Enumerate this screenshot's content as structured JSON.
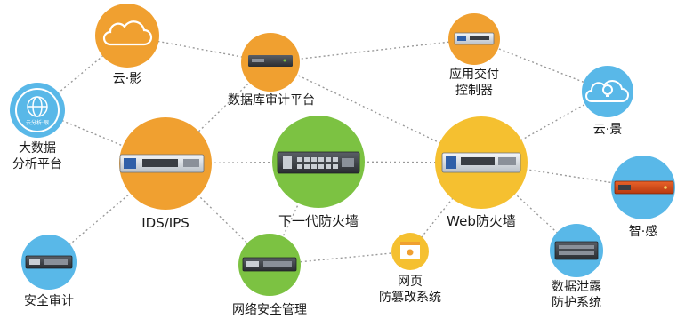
{
  "diagram": {
    "nodes": [
      {
        "id": "yun-ying",
        "label": "云·影",
        "color": "#f0a030",
        "icon": "cloud-icon"
      },
      {
        "id": "db-audit",
        "label": "数据库审计平台",
        "color": "#f0a030",
        "icon": "appliance-icon"
      },
      {
        "id": "adc",
        "label": "应用交付\n控制器",
        "color": "#f0a030",
        "icon": "appliance-icon"
      },
      {
        "id": "yun-jing",
        "label": "云·景",
        "color": "#59b8e8",
        "icon": "lightbulb-cloud-icon"
      },
      {
        "id": "bigdata",
        "label": "大数据\n分析平台",
        "color": "#59b8e8",
        "icon": "globe-icon",
        "badge": "云分析·眼"
      },
      {
        "id": "ids-ips",
        "label": "IDS/IPS",
        "color": "#f0a030",
        "icon": "appliance-icon"
      },
      {
        "id": "ngfw",
        "label": "下一代防火墙",
        "color": "#7cc242",
        "icon": "appliance-icon"
      },
      {
        "id": "waf",
        "label": "Web防火墙",
        "color": "#f5c030",
        "icon": "appliance-icon"
      },
      {
        "id": "zhi-gan",
        "label": "智·感",
        "color": "#59b8e8",
        "icon": "appliance-red-icon"
      },
      {
        "id": "sec-audit",
        "label": "安全审计",
        "color": "#59b8e8",
        "icon": "appliance-icon"
      },
      {
        "id": "netsec-mgmt",
        "label": "网络安全管理",
        "color": "#7cc242",
        "icon": "appliance-icon"
      },
      {
        "id": "web-tamper",
        "label": "网页\n防篡改系统",
        "color": "#f5c030",
        "icon": "document-lock-icon"
      },
      {
        "id": "dlp",
        "label": "数据泄露\n防护系统",
        "color": "#59b8e8",
        "icon": "server-icon"
      }
    ]
  }
}
